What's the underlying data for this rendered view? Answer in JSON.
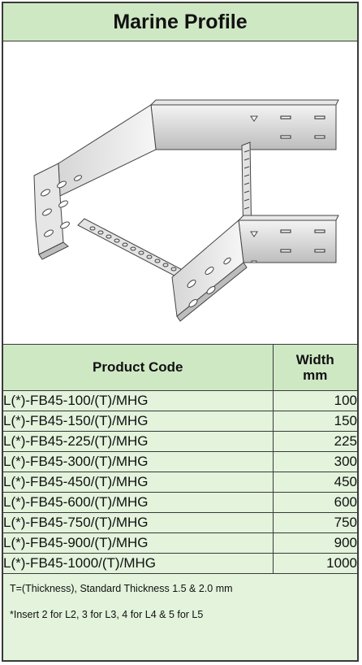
{
  "header": {
    "title": "Marine Profile"
  },
  "table": {
    "col_code": "Product Code",
    "col_width_line1": "Width",
    "col_width_line2": "mm",
    "rows": [
      {
        "code": "L(*)-FB45-100/(T)/MHG",
        "width": "100"
      },
      {
        "code": "L(*)-FB45-150/(T)/MHG",
        "width": "150"
      },
      {
        "code": "L(*)-FB45-225/(T)/MHG",
        "width": "225"
      },
      {
        "code": "L(*)-FB45-300/(T)/MHG",
        "width": "300"
      },
      {
        "code": "L(*)-FB45-450/(T)/MHG",
        "width": "450"
      },
      {
        "code": "L(*)-FB45-600/(T)/MHG",
        "width": "600"
      },
      {
        "code": "L(*)-FB45-750/(T)/MHG",
        "width": "750"
      },
      {
        "code": "L(*)-FB45-900/(T)/MHG",
        "width": "900"
      },
      {
        "code": "L(*)-FB45-1000/(T)/MHG",
        "width": "1000"
      }
    ]
  },
  "notes": {
    "thickness": "T=(Thickness), Standard Thickness 1.5 & 2.0 mm",
    "insert": "*Insert 2 for L2, 3 for L3, 4 for L4 & 5 for L5"
  },
  "colors": {
    "header_fill": "#cfe8c4",
    "cell_fill": "#e3f3dc",
    "border": "#3a3a3a"
  }
}
